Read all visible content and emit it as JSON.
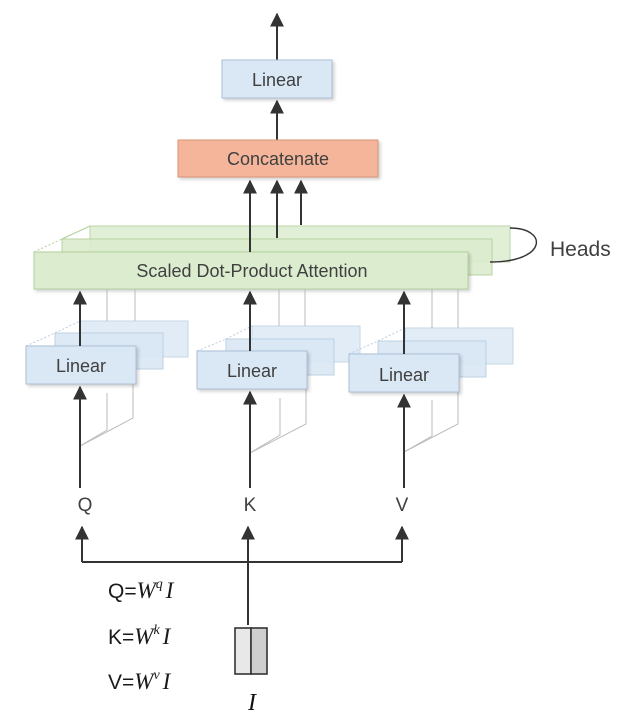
{
  "diagram": {
    "output_linear": "Linear",
    "concatenate": "Concatenate",
    "attention": "Scaled Dot-Product Attention",
    "heads_label": "Heads",
    "linear_q": "Linear",
    "linear_k": "Linear",
    "linear_v": "Linear",
    "input_q": "Q",
    "input_k": "K",
    "input_v": "V",
    "input_matrix": "I",
    "equations": {
      "q": {
        "lhs": "Q=",
        "w": "W",
        "sup": "q",
        "rhs": "I"
      },
      "k": {
        "lhs": "K=",
        "w": "W",
        "sup": "k",
        "rhs": "I"
      },
      "v": {
        "lhs": "V=",
        "w": "W",
        "sup": "v",
        "rhs": "I"
      }
    },
    "colors": {
      "linear_fill": "#dae8f5",
      "linear_stroke": "#a9bfd6",
      "concat_fill": "#f4b59a",
      "concat_stroke": "#d99578",
      "attention_fill": "#dcedcf",
      "attention_stroke": "#b2cf9c",
      "arrow": "#333333"
    }
  }
}
